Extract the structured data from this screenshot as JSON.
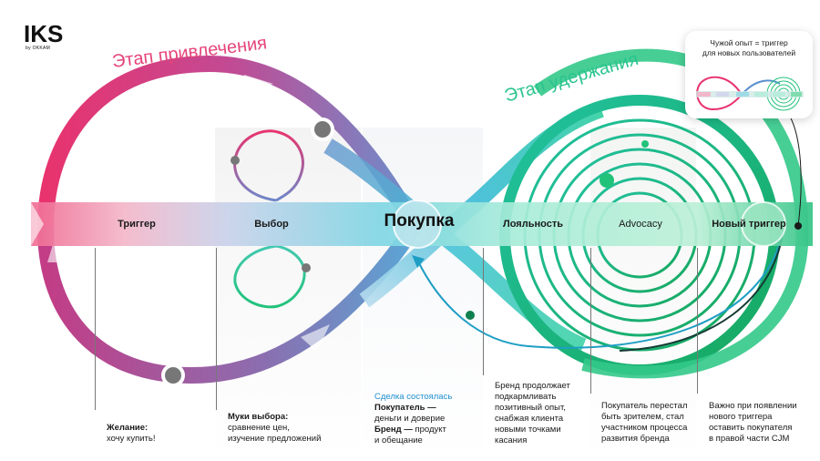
{
  "logo": {
    "main": "IKS",
    "sub": "by OKKAM"
  },
  "stages": {
    "attraction": "Этап привлечения",
    "retention": "Этап удержания"
  },
  "band": {
    "trigger": "Триггер",
    "choice": "Выбор",
    "purchase": "Покупка",
    "loyalty": "Лояльность",
    "advocacy": "Advocacy",
    "new_trigger": "Новый триггер"
  },
  "inset": {
    "line1": "Чужой опыт = триггер",
    "line2": "для новых пользователей"
  },
  "descriptions": {
    "desire": {
      "title": "Желание:",
      "text": "хочу купить!"
    },
    "choice": {
      "title": "Муки выбора:",
      "line1": "сравнение цен,",
      "line2": "изучение предложений"
    },
    "deal": {
      "head": "Сделка состоялась",
      "buyer_bold": "Покупатель —",
      "buyer_text": "деньги и доверие",
      "brand_bold": "Бренд —",
      "brand_text": "продукт",
      "brand_text2": "и обещание"
    },
    "loyalty": [
      "Бренд продолжает",
      "подкармливать",
      "позитивный опыт,",
      "снабжая клиента",
      "новыми точками",
      "касания"
    ],
    "advocacy": [
      "Покупатель перестал",
      "быть зрителем, стал",
      "участником процесса",
      "развития бренда"
    ],
    "new_trigger": [
      "Важно при появлении",
      "нового триггера",
      "оставить покупателя",
      "в правой части CJM"
    ]
  },
  "colors": {
    "pink": "#e8336e",
    "purple": "#8a6fb0",
    "blue": "#5a8fd0",
    "teal": "#24c6c8",
    "green": "#22c27a",
    "dark_green": "#0f8f55"
  }
}
